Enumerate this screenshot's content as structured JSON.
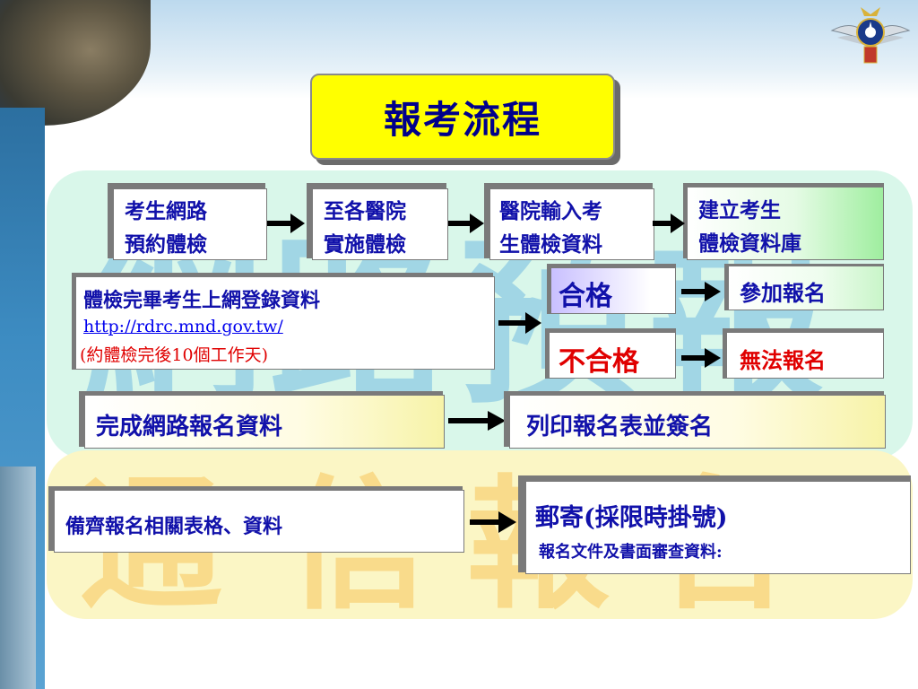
{
  "title": "報考流程",
  "flow_row1": [
    {
      "line1": "考生網路",
      "line2": "預約體檢"
    },
    {
      "line1": "至各醫院",
      "line2": "實施體檢"
    },
    {
      "line1": "醫院輸入考",
      "line2": "生體檢資料"
    },
    {
      "line1": "建立考生",
      "line2": "體檢資料庫"
    }
  ],
  "login_box": {
    "line1": "體檢完畢考生上網登錄資料",
    "url": "http://rdrc.mnd.gov.tw/",
    "note": "(約體檢完後10個工作天)"
  },
  "pass": {
    "label": "合格",
    "result": "參加報名"
  },
  "fail": {
    "label": "不合格",
    "result": "無法報名"
  },
  "online_complete": "完成網路報名資料",
  "print_sign": "列印報名表並簽名",
  "prepare_docs": "備齊報名相關表格、資料",
  "mail": {
    "title": "郵寄(採限時掛號)",
    "subtitle": "報名文件及書面審查資料:"
  },
  "watermark": {
    "blue": [
      "網",
      "路",
      "預",
      "報"
    ],
    "orange": [
      "通",
      "信",
      "報",
      "名"
    ]
  },
  "colors": {
    "title_bg": "#ffff00",
    "title_text": "#00008b",
    "box_text": "#1111aa",
    "fail_text": "#e00000",
    "green_panel": "#d9f7ea",
    "yellow_panel": "#fbf6c5"
  }
}
